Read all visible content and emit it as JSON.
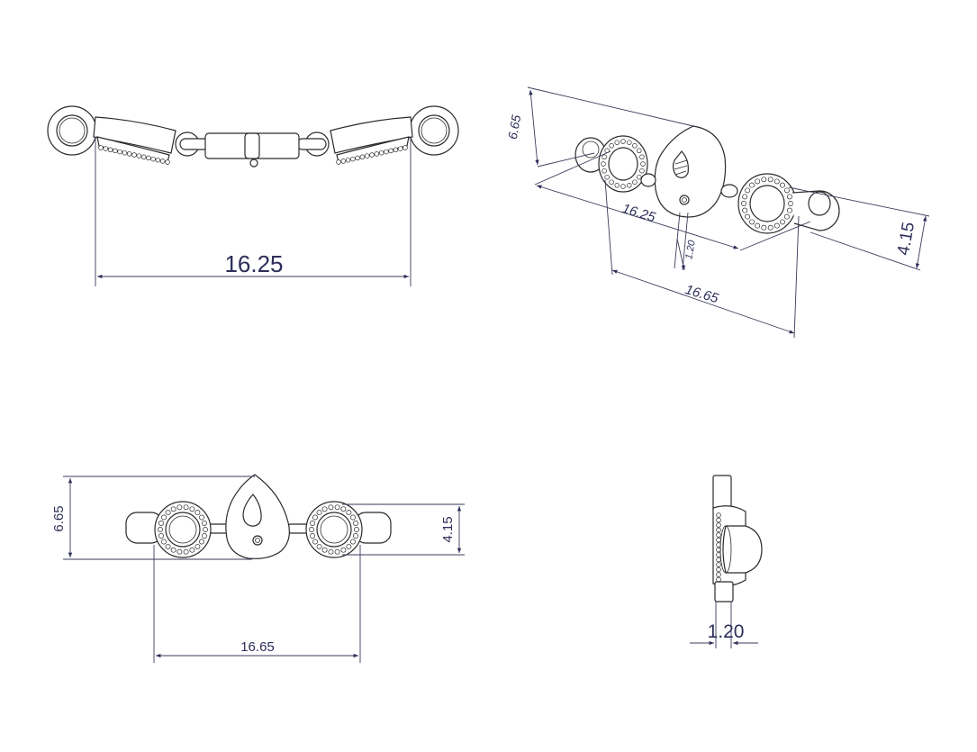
{
  "views": {
    "top": {
      "name": "top-view",
      "width_label": "16.25"
    },
    "iso": {
      "name": "isometric-view",
      "height_label": "6.65",
      "width_label": "16.25",
      "thickness_label": "1.20",
      "length_label": "16.65",
      "depth_label": "4.15"
    },
    "front": {
      "name": "front-view",
      "height_label": "6.65",
      "depth_label": "4.15",
      "length_label": "16.65"
    },
    "side": {
      "name": "side-view",
      "thickness_label": "1.20"
    }
  },
  "colors": {
    "outline": "#2b2b2b",
    "dimension": "#2e2e5a",
    "background": "#ffffff"
  }
}
